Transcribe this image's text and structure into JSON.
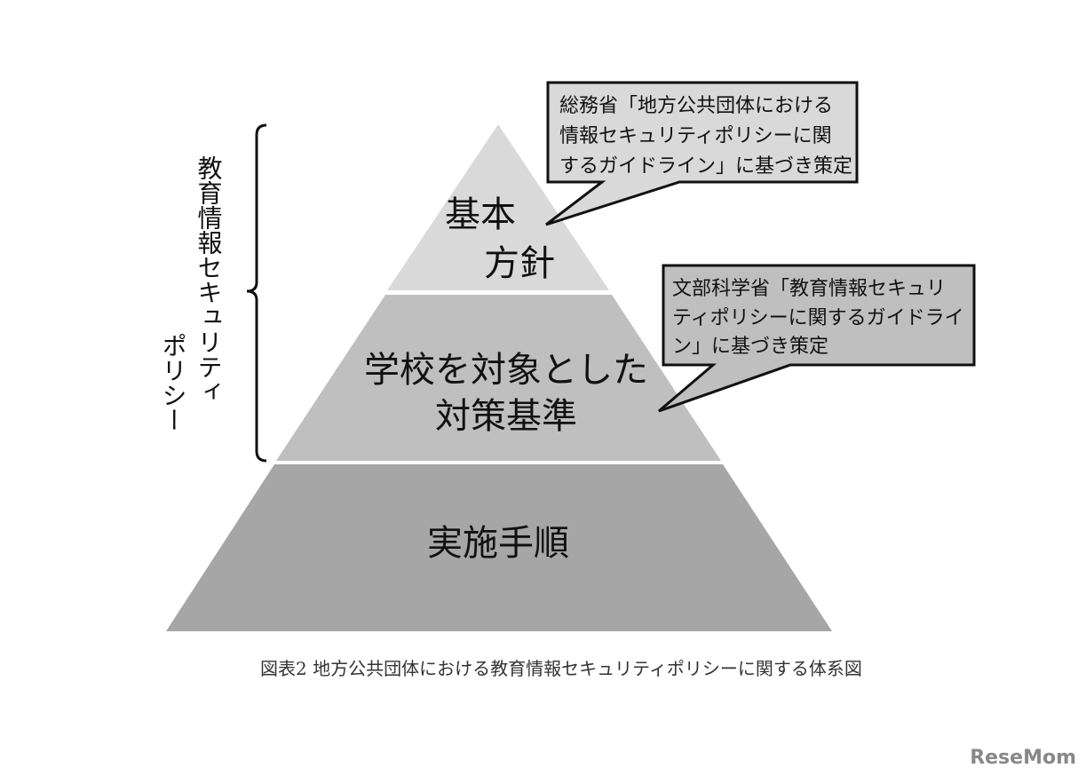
{
  "pyramid": {
    "top": {
      "line1": "基本",
      "line2": "方針"
    },
    "middle": {
      "line1": "学校を対象とした",
      "line2": "対策基準"
    },
    "bottom": {
      "line1": "実施手順"
    }
  },
  "side_label": {
    "col1": "教育情報セキュリティ",
    "col2": "ポリシー"
  },
  "callouts": [
    {
      "lines": [
        "総務省「地方公共団体における",
        "情報セキュリティポリシーに関",
        "するガイドライン」に基づき策定"
      ]
    },
    {
      "lines": [
        "文部科学省「教育情報セキュリ",
        "ティポリシーに関するガイドライ",
        "ン」に基づき策定"
      ]
    }
  ],
  "caption": "図表2 地方公共団体における教育情報セキュリティポリシーに関する体系図",
  "watermark": "ReseMom",
  "colors": {
    "top": "#d9d9d9",
    "middle": "#bfbfbf",
    "bottom": "#a6a6a6"
  }
}
